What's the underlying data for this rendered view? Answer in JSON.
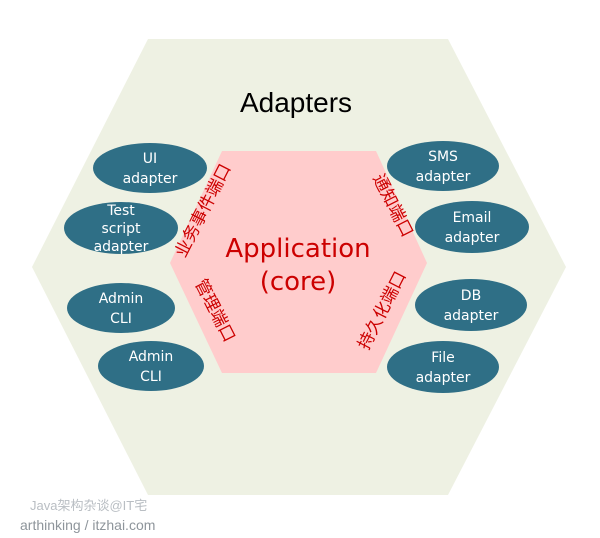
{
  "outer": {
    "title": "Adapters",
    "fill": "#eef1e3"
  },
  "core": {
    "line1": "Application",
    "line2": "(core)",
    "fill": "#ffcccc",
    "text_color": "#cc0000"
  },
  "ports": {
    "business_events": "业务事件端口",
    "management": "管理端口",
    "notification": "通知端口",
    "persistence": "持久化端口"
  },
  "adapters": {
    "ui": [
      "UI",
      "adapter"
    ],
    "test_script": [
      "Test",
      "script",
      "adapter"
    ],
    "admin_cli_1": [
      "Admin",
      "CLI"
    ],
    "admin_cli_2": [
      "Admin",
      "CLI"
    ],
    "sms": [
      "SMS",
      "adapter"
    ],
    "email": [
      "Email",
      "adapter"
    ],
    "db": [
      "DB",
      "adapter"
    ],
    "file": [
      "File",
      "adapter"
    ]
  },
  "adapter_fill": "#2f6f86",
  "watermark": {
    "line1": "Java架构杂谈@IT宅",
    "line2": "arthinking / itzhai.com"
  }
}
